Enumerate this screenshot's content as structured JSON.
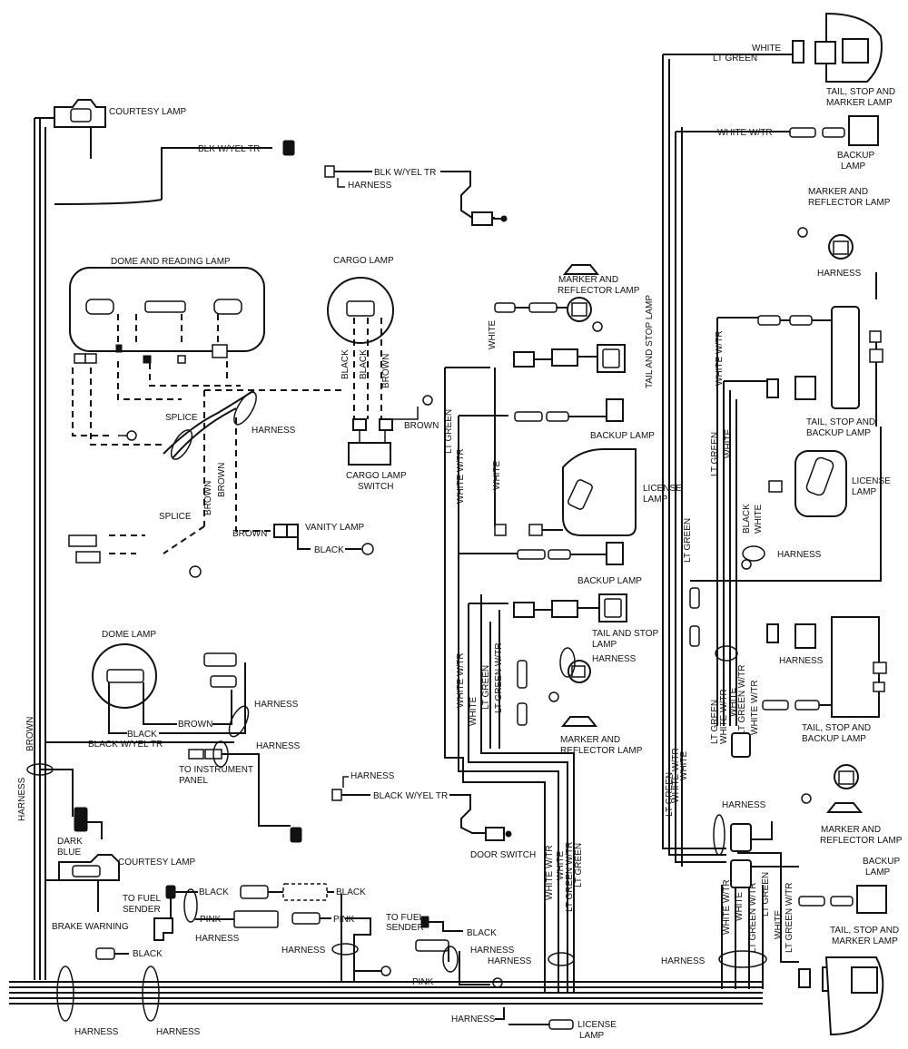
{
  "labels": {
    "courtesy_lamp_top": "COURTESY LAMP",
    "blk_wyel_tr_1": "BLK W/YEL TR",
    "blk_wyel_tr_2": "BLK W/YEL TR",
    "harness": "HARNESS",
    "dome_and_reading_lamp": "DOME AND READING LAMP",
    "cargo_lamp": "CARGO LAMP",
    "black": "BLACK",
    "brown": "BROWN",
    "splice": "SPLICE",
    "cargo_lamp_switch": "CARGO LAMP\nSWITCH",
    "vanity_lamp": "VANITY LAMP",
    "dome_lamp": "DOME LAMP",
    "black_wyel_tr": "BLACK W/YEL TR",
    "to_instrument_panel": "TO INSTRUMENT\nPANEL",
    "dark_blue": "DARK\nBLUE",
    "courtesy_lamp_bottom": "COURTESY LAMP",
    "brake_warning": "BRAKE WARNING",
    "to_fuel_sender": "TO FUEL\nSENDER",
    "to_fuel_sender_small": "TO FUEL\nSENDER",
    "pink": "PINK",
    "door_switch": "DOOR SWITCH",
    "white": "WHITE",
    "lt_green": "LT GREEN",
    "white_wtr": "WHITE W/TR",
    "lt_green_wtr": "LT GREEN W/TR",
    "marker_and_reflector_lamp": "MARKER AND\nREFLECTOR LAMP",
    "tail_and_stop_lamp": "TAIL AND STOP LAMP",
    "tail_and_stop_lamp_2": "TAIL AND STOP\nLAMP",
    "backup_lamp": "BACKUP LAMP",
    "backup_lamp_2": "BACKUP\nLAMP",
    "license_lamp": "LICENSE\nLAMP",
    "tail_stop_and_marker_lamp": "TAIL, STOP AND\nMARKER LAMP",
    "tail_stop_and_backup_lamp": "TAIL, STOP AND\nBACKUP LAMP"
  }
}
